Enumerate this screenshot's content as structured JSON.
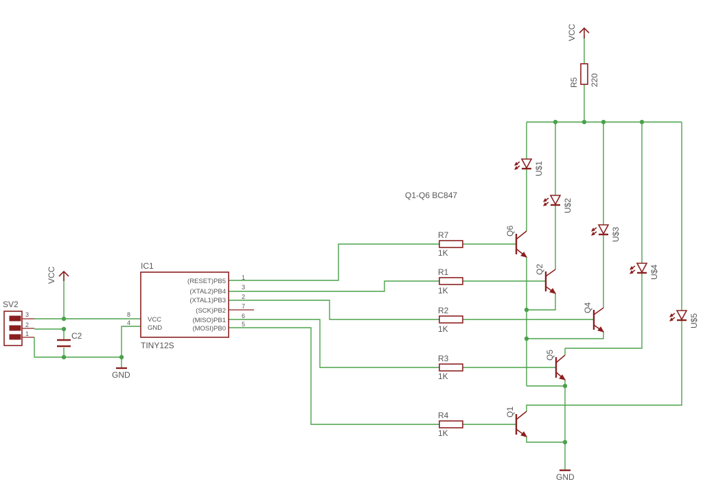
{
  "note": "Q1-Q6 BC847",
  "power": {
    "vcc": "VCC",
    "gnd": "GND"
  },
  "header": {
    "name": "SV2",
    "pins": [
      "3",
      "2",
      "1"
    ]
  },
  "capacitor": {
    "name": "C2"
  },
  "ic": {
    "name": "IC1",
    "part": "TINY12S",
    "left_pins": [
      {
        "num": "8",
        "label": "VCC"
      },
      {
        "num": "4",
        "label": "GND"
      }
    ],
    "right_pins": [
      {
        "num": "1",
        "label": "(RESET)PB5"
      },
      {
        "num": "3",
        "label": "(XTAL2)PB4"
      },
      {
        "num": "2",
        "label": "(XTAL1)PB3"
      },
      {
        "num": "7",
        "label": "(SCK)PB2"
      },
      {
        "num": "6",
        "label": "(MISO)PB1"
      },
      {
        "num": "5",
        "label": "(MOSI)PB0"
      }
    ]
  },
  "r5": {
    "name": "R5",
    "value": "220"
  },
  "resistors": [
    {
      "name": "R7",
      "value": "1K"
    },
    {
      "name": "R1",
      "value": "1K"
    },
    {
      "name": "R2",
      "value": "1K"
    },
    {
      "name": "R3",
      "value": "1K"
    },
    {
      "name": "R4",
      "value": "1K"
    }
  ],
  "transistors": [
    "Q6",
    "Q2",
    "Q4",
    "Q5",
    "Q1"
  ],
  "leds": [
    "U$1",
    "U$2",
    "U$3",
    "U$4",
    "U$5"
  ],
  "colors": {
    "wire": "#4aa14a",
    "part": "#8b1f1f",
    "text": "#555555"
  }
}
